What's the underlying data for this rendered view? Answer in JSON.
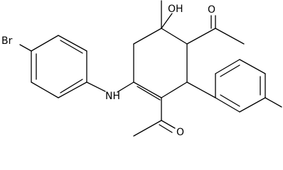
{
  "molecule": {
    "atoms": {
      "br": "Br",
      "nh": "NH",
      "oh": "OH",
      "o_top": "O",
      "o_bottom": "O"
    },
    "colors": {
      "bond": "#000000",
      "text": "#000000",
      "background": "#ffffff"
    }
  }
}
